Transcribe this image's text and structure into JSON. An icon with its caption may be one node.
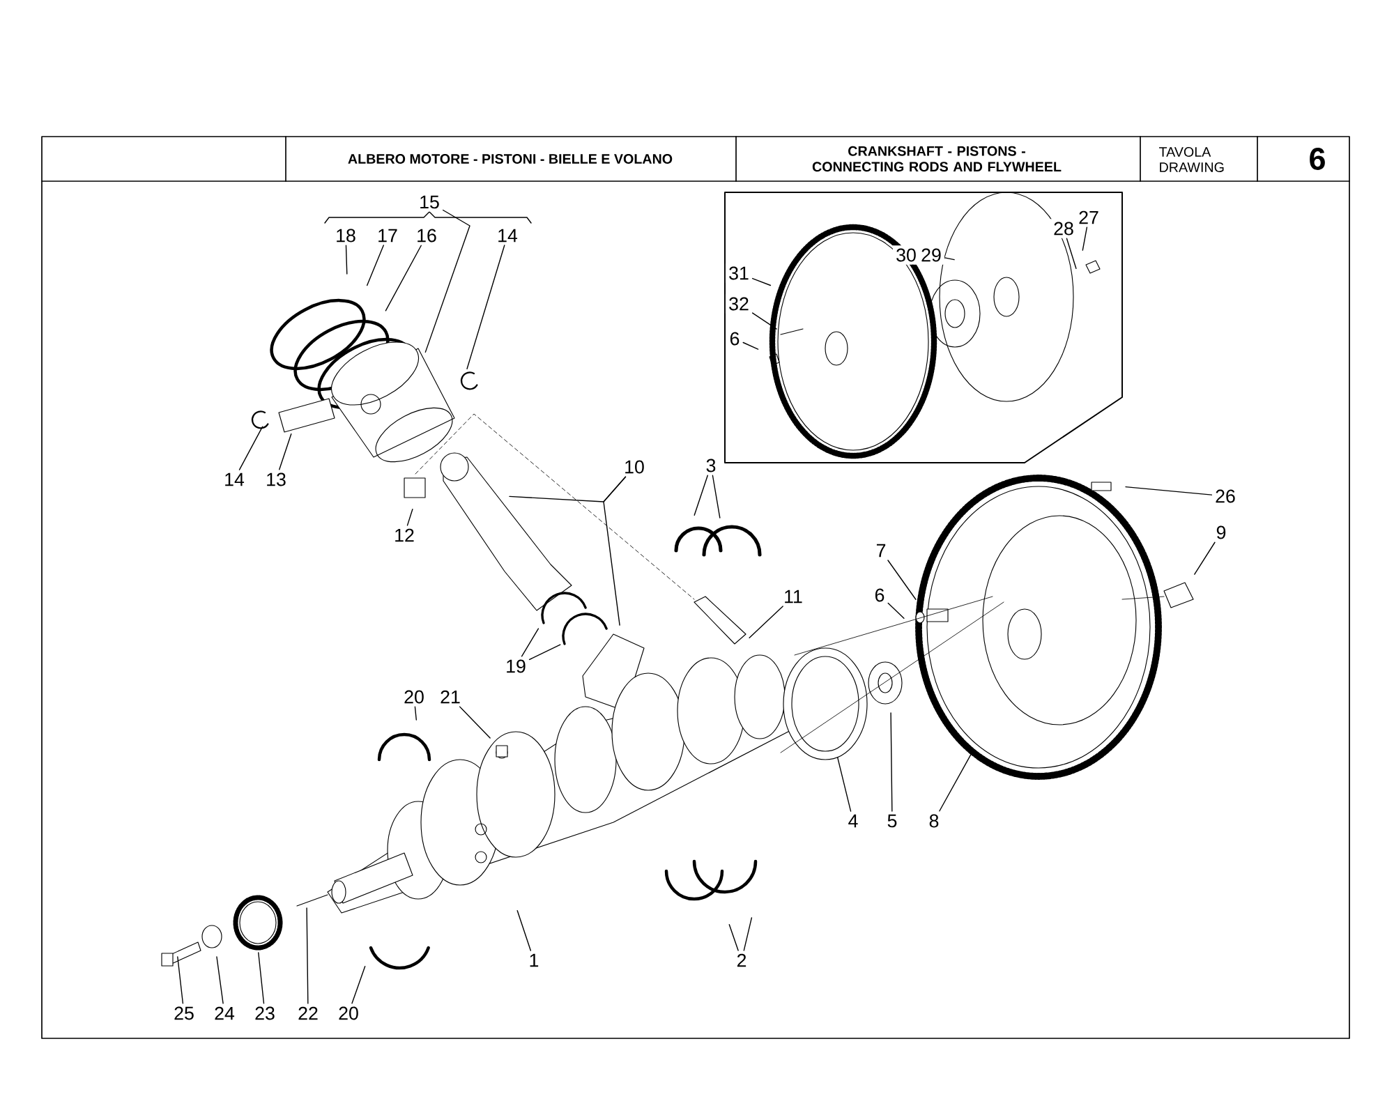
{
  "diagram": {
    "nodes": [
      {
        "text": [
          "15"
        ]
      },
      {
        "text": [
          "18"
        ]
      },
      {
        "text": [
          "17"
        ]
      },
      {
        "text": [
          "16"
        ]
      },
      {
        "text": [
          "14"
        ]
      },
      {
        "text": [
          "27"
        ]
      },
      {
        "text": [
          "28"
        ]
      },
      {
        "text": [
          "30"
        ]
      },
      {
        "text": [
          "29"
        ]
      },
      {
        "text": [
          "31"
        ]
      },
      {
        "text": [
          "32"
        ]
      },
      {
        "text": [
          "6"
        ]
      },
      {
        "text": [
          "14"
        ]
      },
      {
        "text": [
          "13"
        ]
      },
      {
        "text": [
          "10"
        ]
      },
      {
        "text": [
          "3"
        ]
      },
      {
        "text": [
          "26"
        ]
      },
      {
        "text": [
          "12"
        ]
      },
      {
        "text": [
          "9"
        ]
      },
      {
        "text": [
          "7"
        ]
      },
      {
        "text": [
          "6"
        ]
      },
      {
        "text": [
          "11"
        ]
      },
      {
        "text": [
          "19"
        ]
      },
      {
        "text": [
          "20"
        ]
      },
      {
        "text": [
          "21"
        ]
      },
      {
        "text": [
          "4"
        ]
      },
      {
        "text": [
          "5"
        ]
      },
      {
        "text": [
          "8"
        ]
      },
      {
        "text": [
          "1"
        ]
      },
      {
        "text": [
          "2"
        ]
      },
      {
        "text": [
          "25"
        ]
      },
      {
        "text": [
          "24"
        ]
      },
      {
        "text": [
          "23"
        ]
      },
      {
        "text": [
          "22"
        ]
      },
      {
        "text": [
          "20"
        ]
      }
    ],
    "edges": [
      {
        "from": 0,
        "to": null,
        "arrow": "none"
      },
      {
        "from": 1,
        "to": null,
        "arrow": "none"
      },
      {
        "from": 2,
        "to": null,
        "arrow": "none"
      },
      {
        "from": 3,
        "to": null,
        "arrow": "none"
      },
      {
        "from": 4,
        "to": null,
        "arrow": "none"
      },
      {
        "from": 5,
        "to": null,
        "arrow": "none"
      },
      {
        "from": 6,
        "to": null,
        "arrow": "none"
      },
      {
        "from": 7,
        "to": null,
        "arrow": "none"
      },
      {
        "from": 8,
        "to": null,
        "arrow": "none"
      },
      {
        "from": 9,
        "to": null,
        "arrow": "none"
      },
      {
        "from": 10,
        "to": null,
        "arrow": "none"
      },
      {
        "from": 11,
        "to": null,
        "arrow": "none"
      },
      {
        "from": 12,
        "to": null,
        "arrow": "none"
      },
      {
        "from": 13,
        "to": null,
        "arrow": "none"
      },
      {
        "from": 14,
        "to": null,
        "arrow": "none"
      },
      {
        "from": 14,
        "to": null,
        "arrow": "none"
      },
      {
        "from": 15,
        "to": null,
        "arrow": "none"
      },
      {
        "from": 15,
        "to": null,
        "arrow": "none"
      },
      {
        "from": 16,
        "to": null,
        "arrow": "none"
      },
      {
        "from": 17,
        "to": null,
        "arrow": "none"
      },
      {
        "from": 18,
        "to": null,
        "arrow": "none"
      },
      {
        "from": 19,
        "to": null,
        "arrow": "none"
      },
      {
        "from": 20,
        "to": null,
        "arrow": "none"
      },
      {
        "from": 21,
        "to": null,
        "arrow": "none"
      },
      {
        "from": 22,
        "to": null,
        "arrow": "none"
      },
      {
        "from": 22,
        "to": null,
        "arrow": "none"
      },
      {
        "from": 23,
        "to": null,
        "arrow": "none"
      },
      {
        "from": 24,
        "to": null,
        "arrow": "none"
      },
      {
        "from": 25,
        "to": null,
        "arrow": "none"
      },
      {
        "from": 26,
        "to": null,
        "arrow": "none"
      },
      {
        "from": 27,
        "to": null,
        "arrow": "none"
      },
      {
        "from": 28,
        "to": null,
        "arrow": "none"
      },
      {
        "from": 29,
        "to": null,
        "arrow": "none"
      },
      {
        "from": 29,
        "to": null,
        "arrow": "none"
      },
      {
        "from": 30,
        "to": null,
        "arrow": "none"
      },
      {
        "from": 31,
        "to": null,
        "arrow": "none"
      },
      {
        "from": 32,
        "to": null,
        "arrow": "none"
      },
      {
        "from": 33,
        "to": null,
        "arrow": "none"
      },
      {
        "from": 34,
        "to": null,
        "arrow": "none"
      }
    ],
    "labels": [
      "ALBERO MOTORE - PISTONI - BIELLE E VOLANO",
      "CRANKSHAFT - PISTONS - CONNECTING RODS AND FLYWHEEL",
      "TAVOLA",
      "DRAWING",
      "6"
    ]
  }
}
